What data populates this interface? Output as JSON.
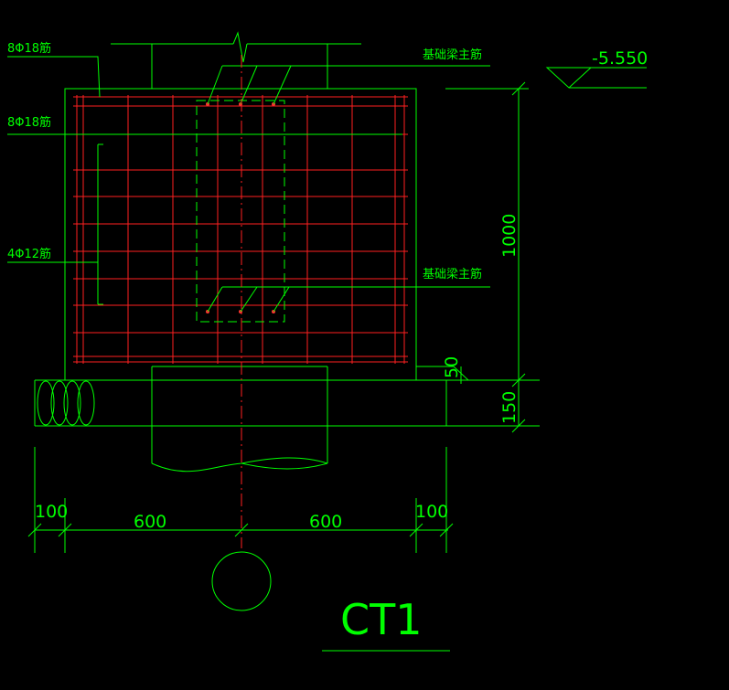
{
  "labels": {
    "top_rebar": "8Φ18筋",
    "mid_rebar": "8Φ18筋",
    "side_rebar": "4Φ12筋",
    "beam_main_top": "基础梁主筋",
    "beam_main_bottom": "基础梁主筋",
    "elevation": "-5.550",
    "dim_height": "1000",
    "dim_cover": "50",
    "dim_base": "150",
    "dim_left_edge": "100",
    "dim_left": "600",
    "dim_right": "600",
    "dim_right_edge": "100",
    "drawing_id": "CT1"
  },
  "colors": {
    "linework": "#00ff00",
    "rebar": "#ff2020",
    "background": "#000000"
  }
}
